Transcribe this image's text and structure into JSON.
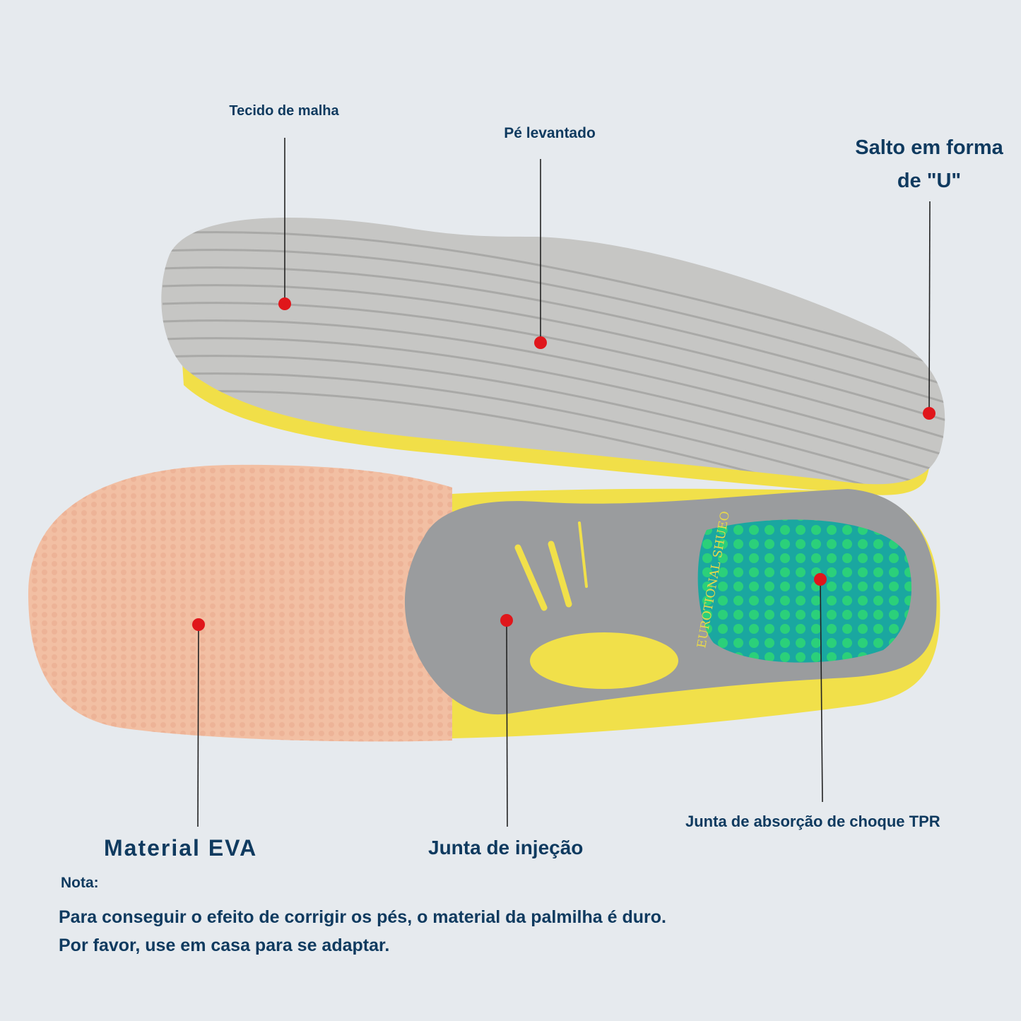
{
  "labels": {
    "mesh": "Tecido de malha",
    "arch": "Pé levantado",
    "heel_line1": "Salto em forma",
    "heel_line2": "de \"U\"",
    "tpr": "Junta de absorção de choque TPR",
    "eva": "Material EVA",
    "injection": "Junta de injeção"
  },
  "insole_brand_text": "EUROTIONAL SHUEO",
  "note": {
    "title": "Nota:",
    "line1": "Para conseguir o efeito de corrigir os pés, o material da palmilha é duro.",
    "line2": "Por favor, use em casa para se adaptar."
  },
  "colors": {
    "background": "#e6eaee",
    "text": "#0f3a5f",
    "marker": "#e0161b",
    "mesh_gray": "#c6c6c4",
    "eva_peach": "#f2bfa3",
    "shell_gray": "#9a9c9e",
    "accent_yellow": "#f1e04a",
    "gel_green": "#1fb88a"
  }
}
